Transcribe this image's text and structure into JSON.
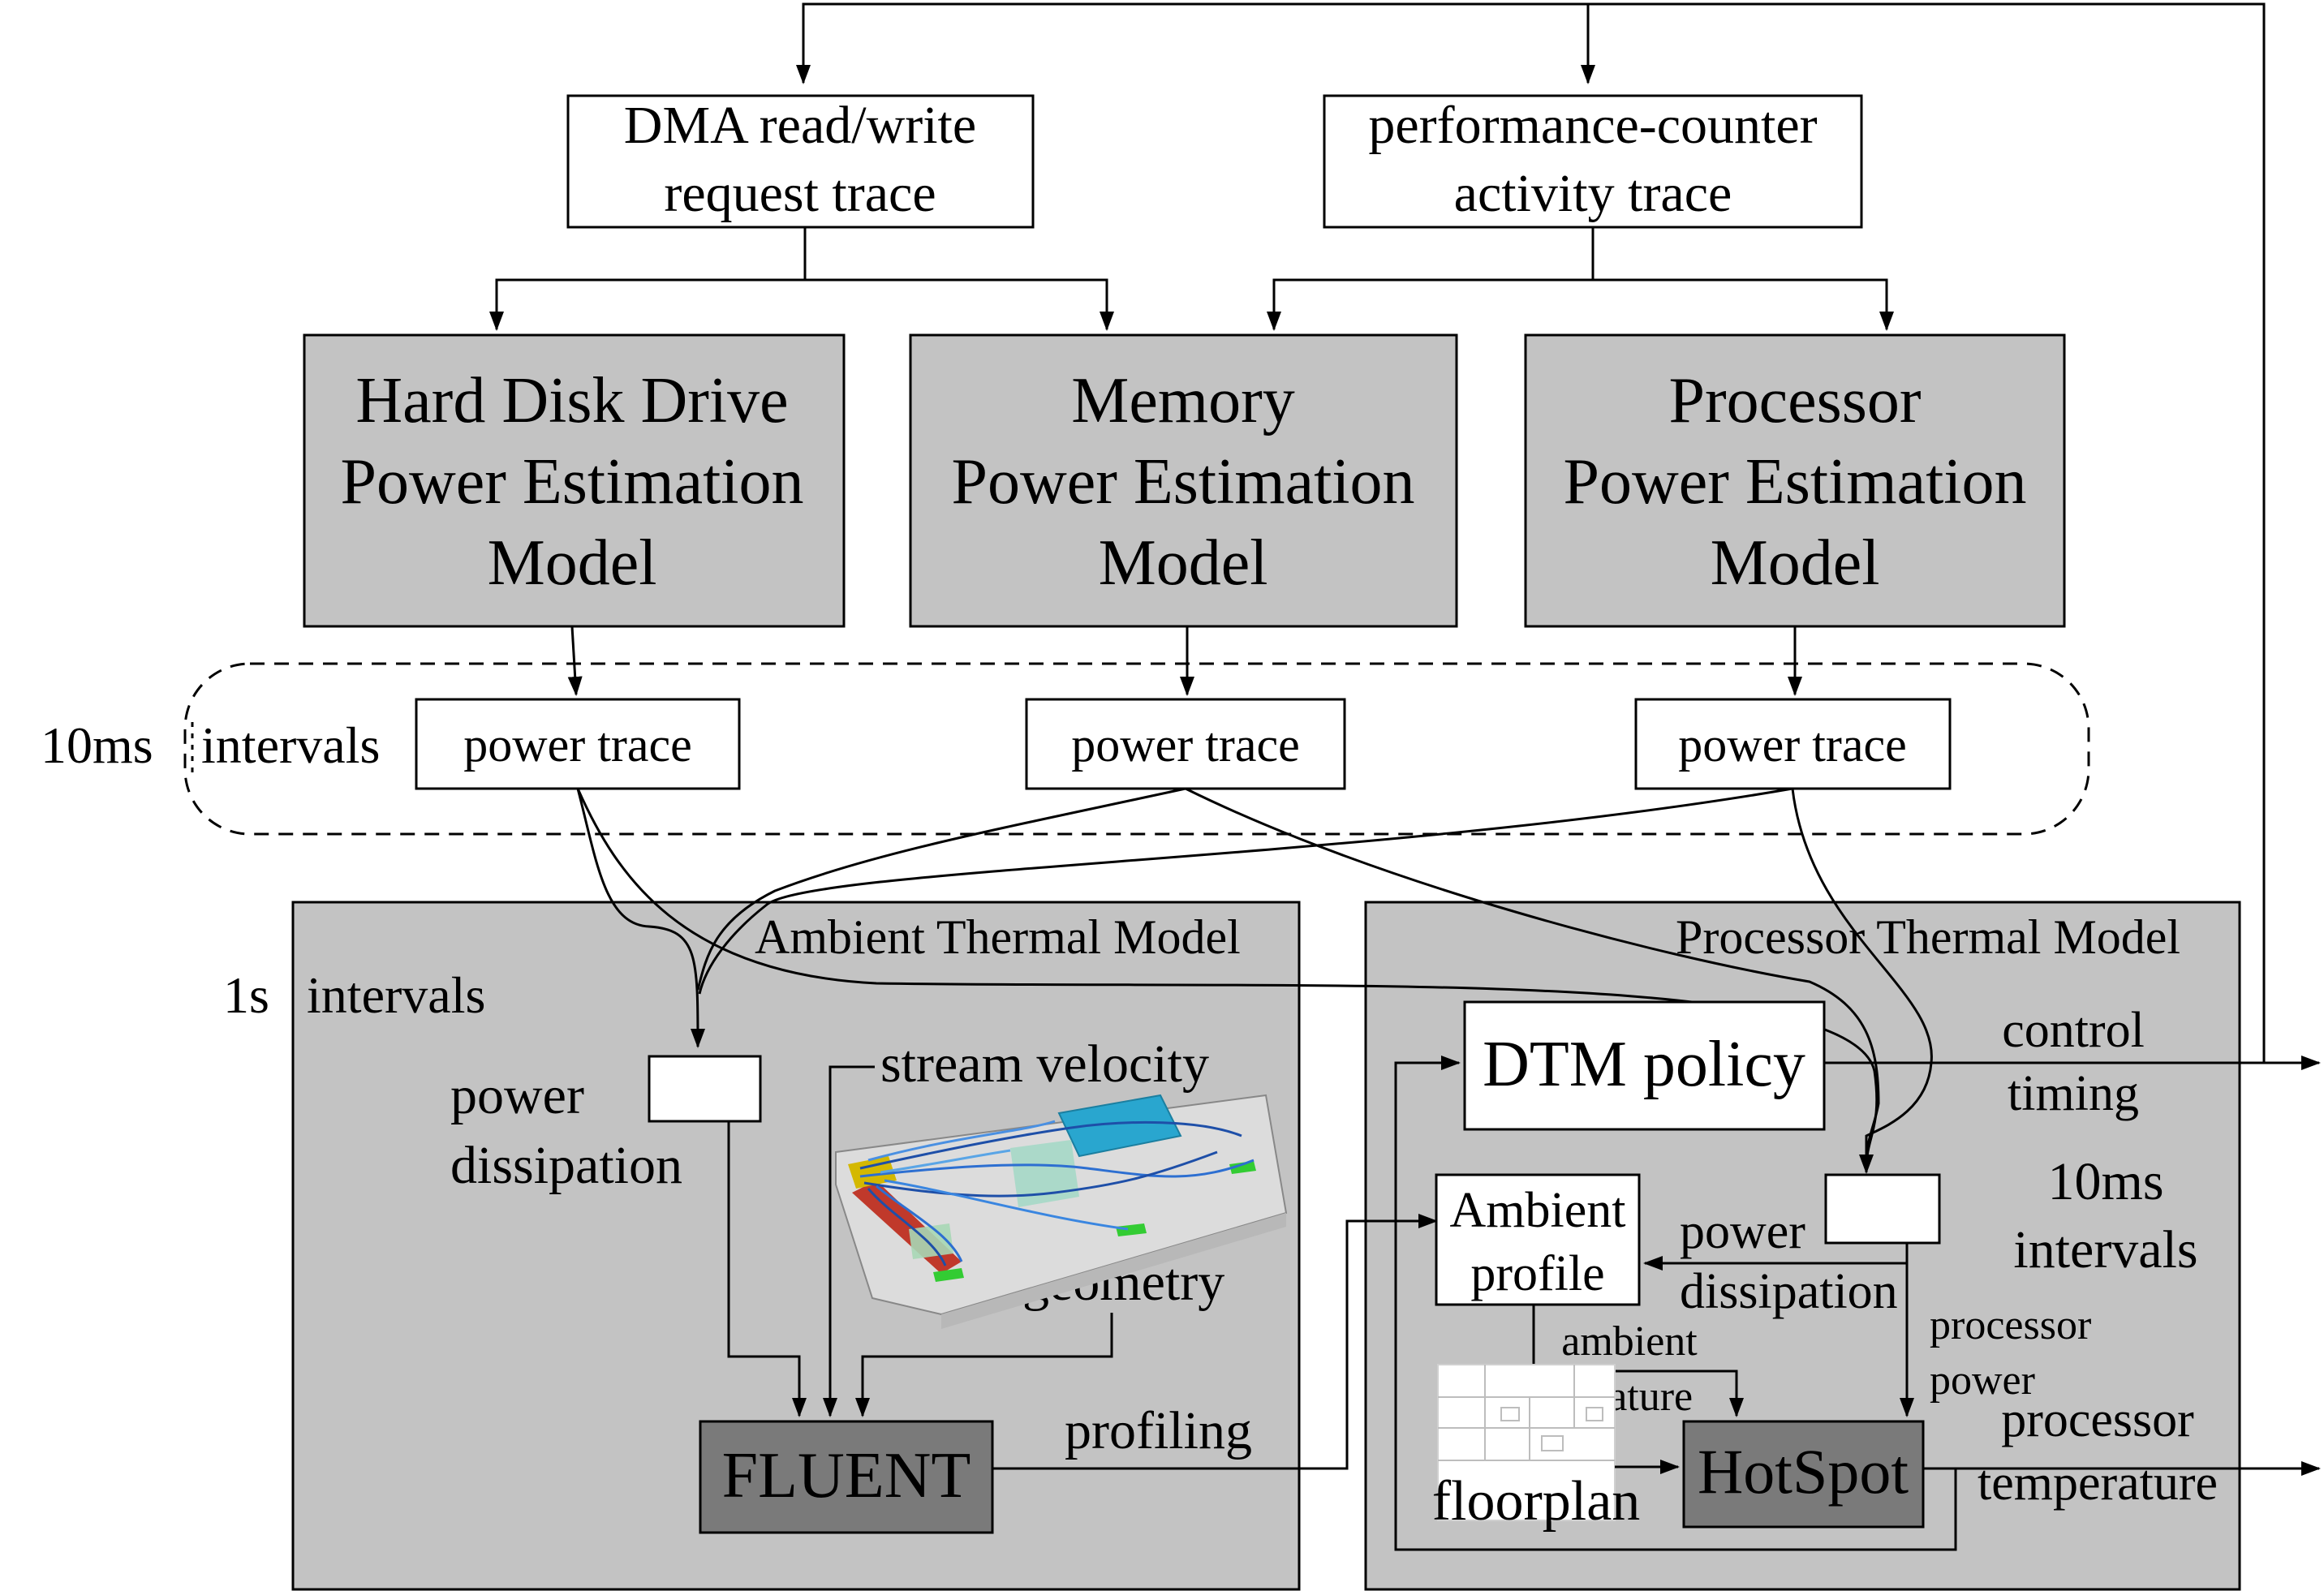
{
  "traces": {
    "dma": [
      "DMA read/write",
      "request trace"
    ],
    "perf": [
      "performance-counter",
      "activity trace"
    ]
  },
  "models": {
    "hdd": [
      "Hard Disk Drive",
      "Power Estimation",
      "Model"
    ],
    "memory": [
      "Memory",
      "Power Estimation",
      "Model"
    ],
    "processor": [
      "Processor",
      "Power Estimation",
      "Model"
    ]
  },
  "interval_10ms": {
    "value": "10ms",
    "label": "intervals"
  },
  "power_trace_label": "power trace",
  "ambient": {
    "title": "Ambient Thermal Model",
    "interval_value": "1s",
    "interval_label": "intervals",
    "power_dissipation": [
      "power",
      "dissipation"
    ],
    "stream_velocity": "stream velocity",
    "geometry": "geometry",
    "fluent": "FLUENT",
    "profiling": "profiling"
  },
  "processor_thermal": {
    "title": "Processor Thermal Model",
    "dtm_policy": "DTM policy",
    "control_timing": [
      "control",
      "timing"
    ],
    "ambient_profile": [
      "Ambient",
      "profile"
    ],
    "power_dissipation": [
      "power",
      "dissipation"
    ],
    "intervals": [
      "10ms",
      "intervals"
    ],
    "ambient_temperature": [
      "ambient",
      "temperature"
    ],
    "processor_power": [
      "processor",
      "power"
    ],
    "floorplan": "floorplan",
    "hotspot": "HotSpot",
    "processor_temperature": [
      "processor",
      "temperature"
    ]
  },
  "colors": {
    "model_fill": "#c3c3c3",
    "tool_fill": "#7a7a7a",
    "box_fill": "#ffffff",
    "airflow_plate": "#29a6cf",
    "airflow_hot": "#c0392b",
    "airflow_green": "#33cc33"
  }
}
